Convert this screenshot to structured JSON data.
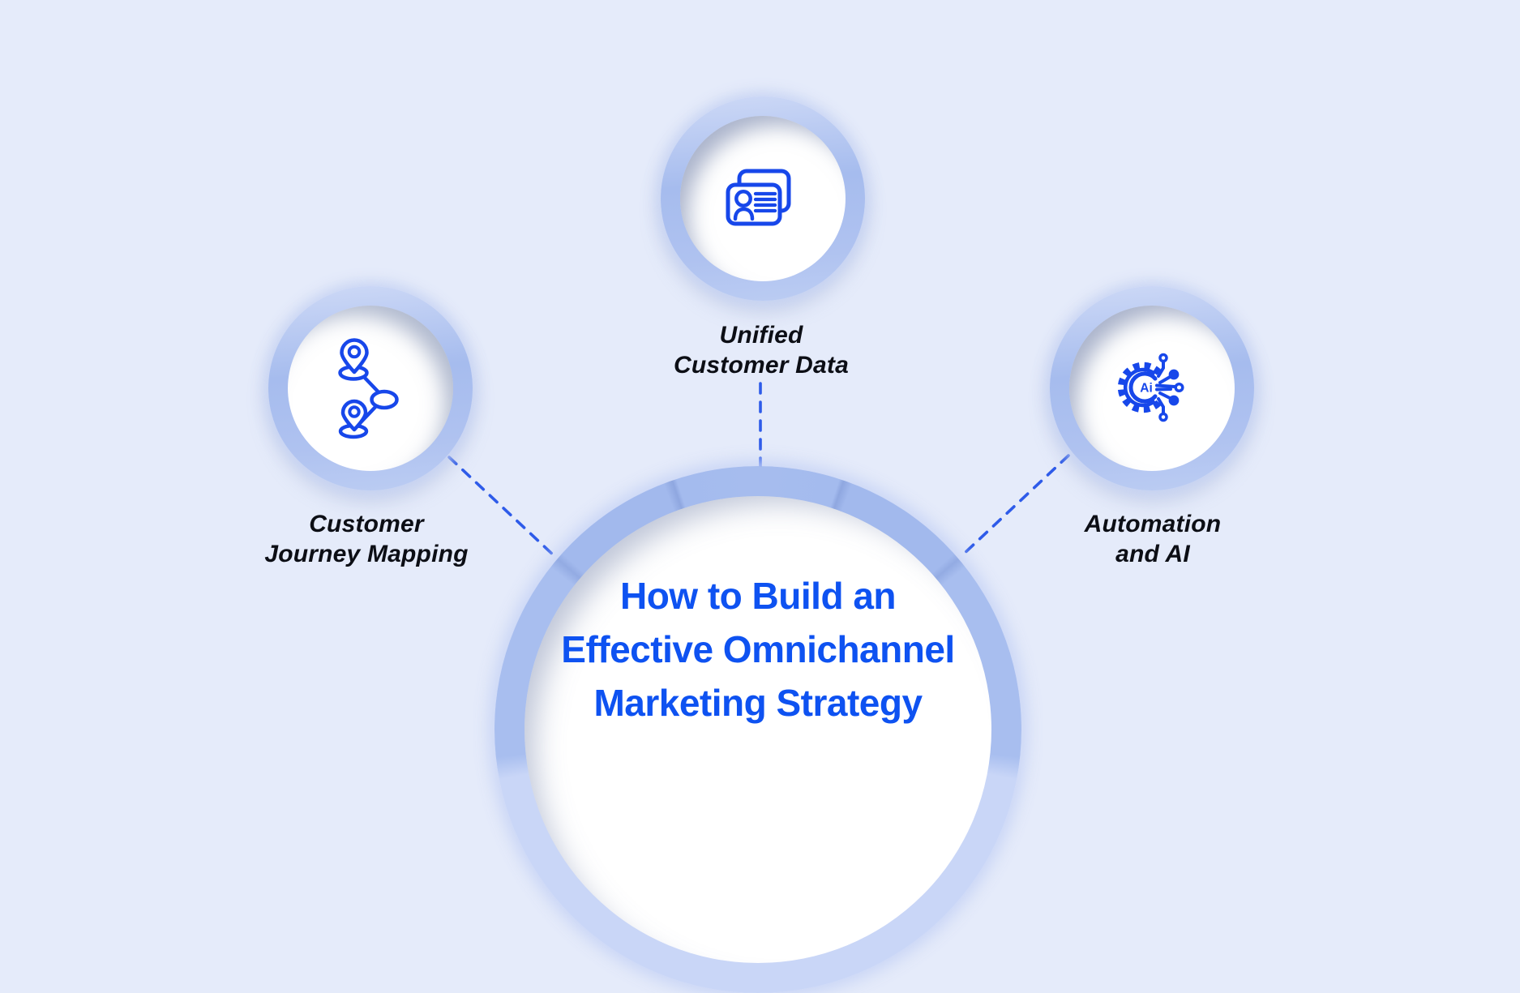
{
  "background_color": "#e5ebfa",
  "colors": {
    "ring": "#a8beef",
    "ring_light": "#c9d6f7",
    "icon_blue": "#1747ea",
    "dash_blue": "#2e5be9",
    "title_blue": "#0e52f1",
    "label_dark": "#0c0e15"
  },
  "center": {
    "title_lines": [
      "How to Build an",
      "Effective Omnichannel",
      "Marketing Strategy"
    ]
  },
  "nodes": [
    {
      "id": "unified-customer-data",
      "label_lines": [
        "Unified",
        "Customer Data"
      ],
      "icon": "contact-cards-icon"
    },
    {
      "id": "customer-journey-mapping",
      "label_lines": [
        "Customer",
        "Journey Mapping"
      ],
      "icon": "journey-map-icon"
    },
    {
      "id": "automation-and-ai",
      "label_lines": [
        "Automation",
        "and AI"
      ],
      "icon": "ai-gear-icon",
      "icon_label": "Ai"
    }
  ]
}
